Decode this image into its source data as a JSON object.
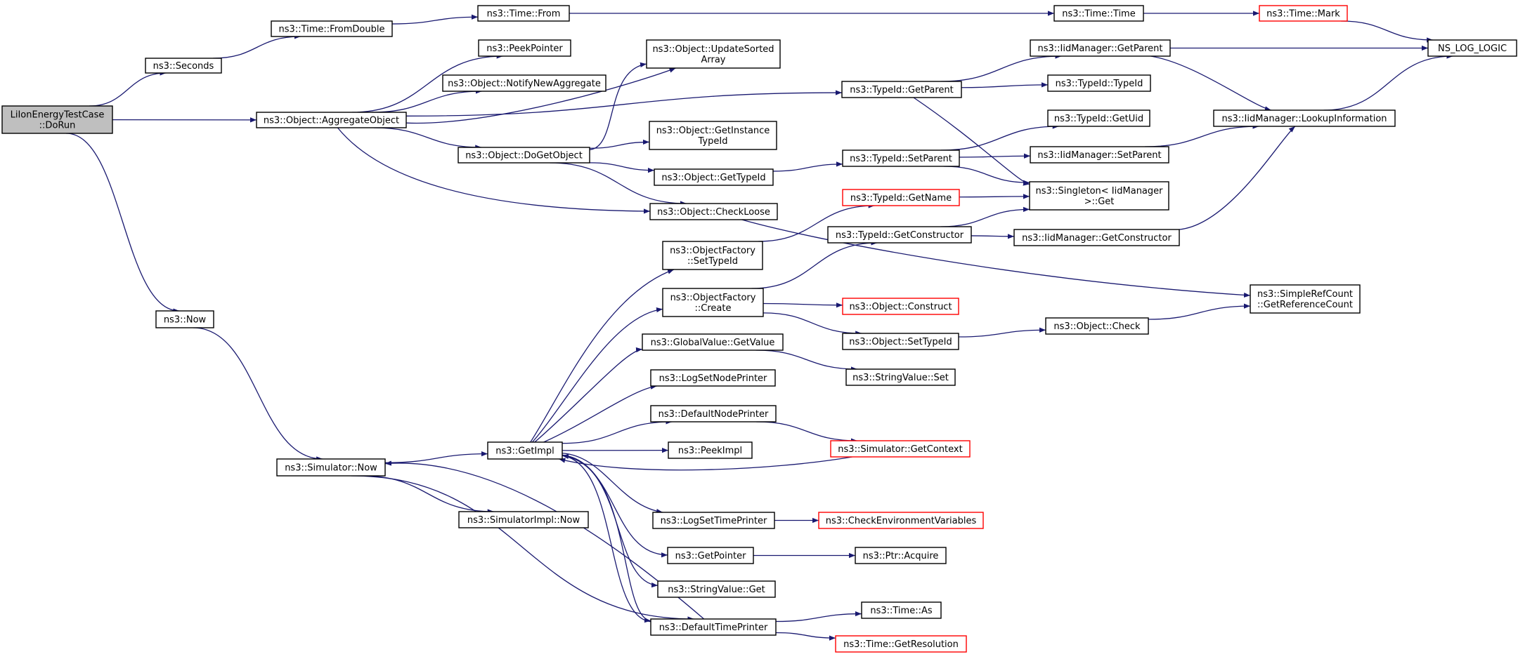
{
  "colors": {
    "edge": "#191970",
    "node_border": "#000000",
    "node_border_truncated": "#ff0000",
    "root_fill": "#bfbfbf",
    "node_fill": "#ffffff"
  },
  "nodes": [
    {
      "id": "root",
      "lines": [
        "LiIonEnergyTestCase",
        "::DoRun"
      ],
      "root": true
    },
    {
      "id": "seconds",
      "lines": [
        "ns3::Seconds"
      ]
    },
    {
      "id": "fromdouble",
      "lines": [
        "ns3::Time::FromDouble"
      ]
    },
    {
      "id": "timefrom",
      "lines": [
        "ns3::Time::From"
      ]
    },
    {
      "id": "timetime",
      "lines": [
        "ns3::Time::Time"
      ]
    },
    {
      "id": "timemark",
      "lines": [
        "ns3::Time::Mark"
      ],
      "truncated": true
    },
    {
      "id": "nslog",
      "lines": [
        "NS_LOG_LOGIC"
      ]
    },
    {
      "id": "aggregate",
      "lines": [
        "ns3::Object::AggregateObject"
      ]
    },
    {
      "id": "peekpointer",
      "lines": [
        "ns3::PeekPointer"
      ]
    },
    {
      "id": "notifynew",
      "lines": [
        "ns3::Object::NotifyNewAggregate"
      ]
    },
    {
      "id": "updatesorted",
      "lines": [
        "ns3::Object::UpdateSorted",
        "Array"
      ]
    },
    {
      "id": "dogetobject",
      "lines": [
        "ns3::Object::DoGetObject"
      ]
    },
    {
      "id": "getinstance",
      "lines": [
        "ns3::Object::GetInstance",
        "TypeId"
      ]
    },
    {
      "id": "objgettypeid",
      "lines": [
        "ns3::Object::GetTypeId"
      ]
    },
    {
      "id": "checkloose",
      "lines": [
        "ns3::Object::CheckLoose"
      ]
    },
    {
      "id": "tidgetparent",
      "lines": [
        "ns3::TypeId::GetParent"
      ]
    },
    {
      "id": "iidgetparent",
      "lines": [
        "ns3::IidManager::GetParent"
      ]
    },
    {
      "id": "tidtypeid",
      "lines": [
        "ns3::TypeId::TypeId"
      ]
    },
    {
      "id": "tidgetuid",
      "lines": [
        "ns3::TypeId::GetUid"
      ]
    },
    {
      "id": "lookupinfo",
      "lines": [
        "ns3::IidManager::LookupInformation"
      ]
    },
    {
      "id": "tidsetparent",
      "lines": [
        "ns3::TypeId::SetParent"
      ]
    },
    {
      "id": "iidsetparent",
      "lines": [
        "ns3::IidManager::SetParent"
      ]
    },
    {
      "id": "singletonget",
      "lines": [
        "ns3::Singleton< IidManager",
        " >::Get"
      ]
    },
    {
      "id": "tidgetname",
      "lines": [
        "ns3::TypeId::GetName"
      ],
      "truncated": true
    },
    {
      "id": "ofsettypeid",
      "lines": [
        "ns3::ObjectFactory",
        "::SetTypeId"
      ]
    },
    {
      "id": "tidgetctor",
      "lines": [
        "ns3::TypeId::GetConstructor"
      ]
    },
    {
      "id": "iidgetctor",
      "lines": [
        "ns3::IidManager::GetConstructor"
      ]
    },
    {
      "id": "ofcreate",
      "lines": [
        "ns3::ObjectFactory",
        "::Create"
      ]
    },
    {
      "id": "objconstruct",
      "lines": [
        "ns3::Object::Construct"
      ],
      "truncated": true
    },
    {
      "id": "simplerefcount",
      "lines": [
        "ns3::SimpleRefCount",
        "::GetReferenceCount"
      ]
    },
    {
      "id": "objsettypeid",
      "lines": [
        "ns3::Object::SetTypeId"
      ]
    },
    {
      "id": "objcheck",
      "lines": [
        "ns3::Object::Check"
      ]
    },
    {
      "id": "gvgetvalue",
      "lines": [
        "ns3::GlobalValue::GetValue"
      ]
    },
    {
      "id": "strvalset",
      "lines": [
        "ns3::StringValue::Set"
      ]
    },
    {
      "id": "now",
      "lines": [
        "ns3::Now"
      ]
    },
    {
      "id": "logsetnode",
      "lines": [
        "ns3::LogSetNodePrinter"
      ]
    },
    {
      "id": "defaultnode",
      "lines": [
        "ns3::DefaultNodePrinter"
      ]
    },
    {
      "id": "simgetcontext",
      "lines": [
        "ns3::Simulator::GetContext"
      ],
      "truncated": true
    },
    {
      "id": "getimpl",
      "lines": [
        "ns3::GetImpl"
      ]
    },
    {
      "id": "peekimpl",
      "lines": [
        "ns3::PeekImpl"
      ]
    },
    {
      "id": "simnow",
      "lines": [
        "ns3::Simulator::Now"
      ]
    },
    {
      "id": "simimplnow",
      "lines": [
        "ns3::SimulatorImpl::Now"
      ]
    },
    {
      "id": "logsettime",
      "lines": [
        "ns3::LogSetTimePrinter"
      ]
    },
    {
      "id": "checkenv",
      "lines": [
        "ns3::CheckEnvironmentVariables"
      ],
      "truncated": true
    },
    {
      "id": "getpointer",
      "lines": [
        "ns3::GetPointer"
      ]
    },
    {
      "id": "ptracquire",
      "lines": [
        "ns3::Ptr::Acquire"
      ]
    },
    {
      "id": "strvalget",
      "lines": [
        "ns3::StringValue::Get"
      ]
    },
    {
      "id": "timeas",
      "lines": [
        "ns3::Time::As"
      ]
    },
    {
      "id": "defaulttime",
      "lines": [
        "ns3::DefaultTimePrinter"
      ]
    },
    {
      "id": "timegetres",
      "lines": [
        "ns3::Time::GetResolution"
      ],
      "truncated": true
    }
  ],
  "edges": [
    [
      "root",
      "seconds"
    ],
    [
      "root",
      "aggregate"
    ],
    [
      "root",
      "now"
    ],
    [
      "seconds",
      "fromdouble"
    ],
    [
      "fromdouble",
      "timefrom"
    ],
    [
      "timefrom",
      "timetime"
    ],
    [
      "timetime",
      "timemark"
    ],
    [
      "timemark",
      "nslog"
    ],
    [
      "aggregate",
      "peekpointer"
    ],
    [
      "aggregate",
      "notifynew"
    ],
    [
      "aggregate",
      "updatesorted"
    ],
    [
      "aggregate",
      "dogetobject"
    ],
    [
      "aggregate",
      "checkloose"
    ],
    [
      "aggregate",
      "tidgetparent"
    ],
    [
      "dogetobject",
      "updatesorted"
    ],
    [
      "dogetobject",
      "getinstance"
    ],
    [
      "dogetobject",
      "objgettypeid"
    ],
    [
      "dogetobject",
      "checkloose"
    ],
    [
      "objgettypeid",
      "tidsetparent"
    ],
    [
      "tidgetparent",
      "iidgetparent"
    ],
    [
      "tidgetparent",
      "tidtypeid"
    ],
    [
      "tidgetparent",
      "singletonget"
    ],
    [
      "iidgetparent",
      "nslog"
    ],
    [
      "iidgetparent",
      "lookupinfo"
    ],
    [
      "lookupinfo",
      "nslog"
    ],
    [
      "tidsetparent",
      "tidgetuid"
    ],
    [
      "tidsetparent",
      "iidsetparent"
    ],
    [
      "tidsetparent",
      "singletonget"
    ],
    [
      "iidsetparent",
      "lookupinfo"
    ],
    [
      "checkloose",
      "simplerefcount"
    ],
    [
      "ofsettypeid",
      "tidgetname"
    ],
    [
      "tidgetname",
      "singletonget"
    ],
    [
      "ofcreate",
      "tidgetctor"
    ],
    [
      "ofcreate",
      "objconstruct"
    ],
    [
      "ofcreate",
      "objsettypeid"
    ],
    [
      "tidgetctor",
      "singletonget"
    ],
    [
      "tidgetctor",
      "iidgetctor"
    ],
    [
      "iidgetctor",
      "lookupinfo"
    ],
    [
      "objsettypeid",
      "objcheck"
    ],
    [
      "objcheck",
      "simplerefcount"
    ],
    [
      "gvgetvalue",
      "strvalset"
    ],
    [
      "now",
      "simnow"
    ],
    [
      "simnow",
      "getimpl"
    ],
    [
      "simnow",
      "simimplnow"
    ],
    [
      "simnow",
      "defaulttime"
    ],
    [
      "getimpl",
      "ofsettypeid"
    ],
    [
      "getimpl",
      "ofcreate"
    ],
    [
      "getimpl",
      "gvgetvalue"
    ],
    [
      "getimpl",
      "logsetnode"
    ],
    [
      "getimpl",
      "defaultnode"
    ],
    [
      "getimpl",
      "peekimpl"
    ],
    [
      "getimpl",
      "logsettime"
    ],
    [
      "getimpl",
      "getpointer"
    ],
    [
      "getimpl",
      "strvalget"
    ],
    [
      "getimpl",
      "defaulttime"
    ],
    [
      "defaultnode",
      "simgetcontext"
    ],
    [
      "simgetcontext",
      "getimpl"
    ],
    [
      "logsettime",
      "checkenv"
    ],
    [
      "getpointer",
      "ptracquire"
    ],
    [
      "defaulttime",
      "timeas"
    ],
    [
      "defaulttime",
      "timegetres"
    ],
    [
      "defaulttime",
      "getimpl"
    ],
    [
      "defaulttime",
      "simnow"
    ]
  ]
}
